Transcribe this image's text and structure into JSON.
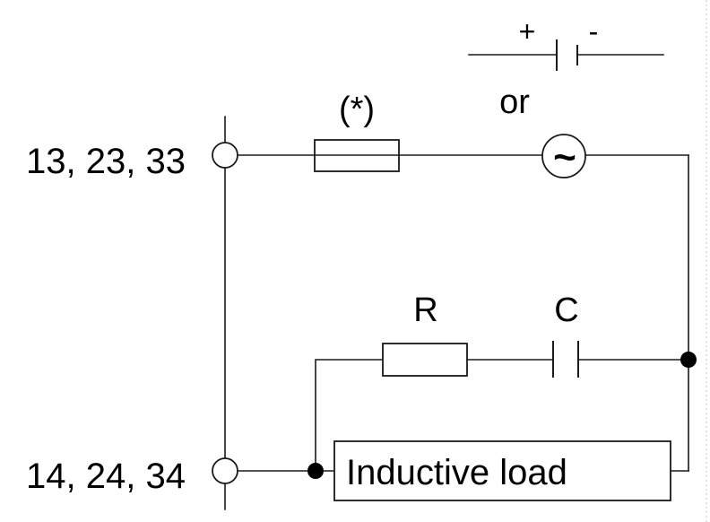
{
  "terminals": {
    "top": "13, 23, 33",
    "bottom": "14, 24, 34"
  },
  "fuse": {
    "note": "(*)"
  },
  "supply": {
    "plus": "+",
    "minus": "-",
    "or_label": "or",
    "ac_symbol": "~"
  },
  "snubber": {
    "resistor_label": "R",
    "capacitor_label": "C"
  },
  "load": {
    "label": "Inductive load"
  },
  "colors": {
    "line": "#1a1a1a",
    "background": "#ffffff"
  }
}
